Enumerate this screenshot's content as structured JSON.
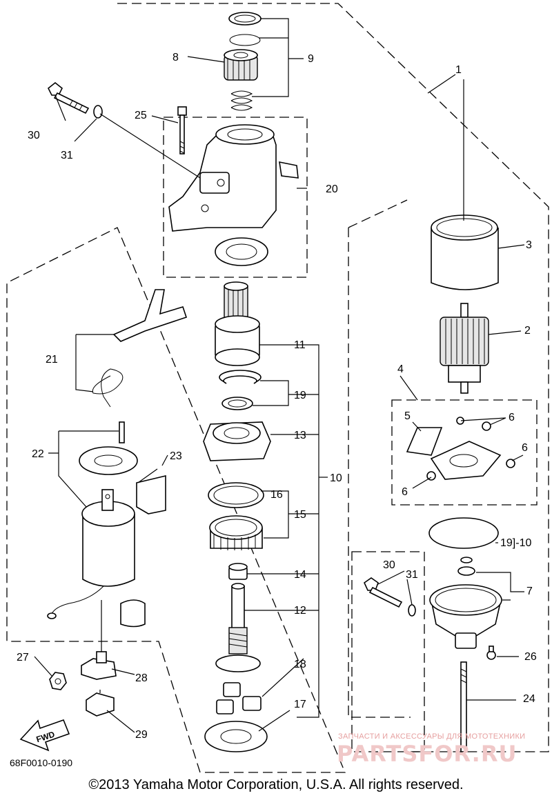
{
  "diagram_code": "68F0010-0190",
  "copyright": "©2013 Yamaha Motor Corporation, U.S.A. All rights reserved.",
  "watermark": {
    "tagline": "ЗАПЧАСТИ И АКСЕССУАРЫ ДЛЯ МОТОТЕХНИКИ",
    "logo_text": "PARTSFOR.RU"
  },
  "fwd_label": "FWD",
  "callouts": {
    "c1": "1",
    "c2": "2",
    "c3": "3",
    "c4": "4",
    "c5": "5",
    "c6a": "6",
    "c6b": "6",
    "c6c": "6",
    "c7": "7",
    "c8": "8",
    "c9": "9",
    "c10a": "10",
    "c10b": "19]-10",
    "c11": "11",
    "c12": "12",
    "c13": "13",
    "c14": "14",
    "c15": "15",
    "c16": "16",
    "c17": "17",
    "c18": "18",
    "c19": "19",
    "c20": "20",
    "c21": "21",
    "c22": "22",
    "c23": "23",
    "c24": "24",
    "c25": "25",
    "c26": "26",
    "c27": "27",
    "c28": "28",
    "c29": "29",
    "c30a": "30",
    "c30b": "30",
    "c31a": "31",
    "c31b": "31"
  },
  "colors": {
    "line": "#000000",
    "background": "#ffffff",
    "watermark": "#e6a0a0"
  }
}
